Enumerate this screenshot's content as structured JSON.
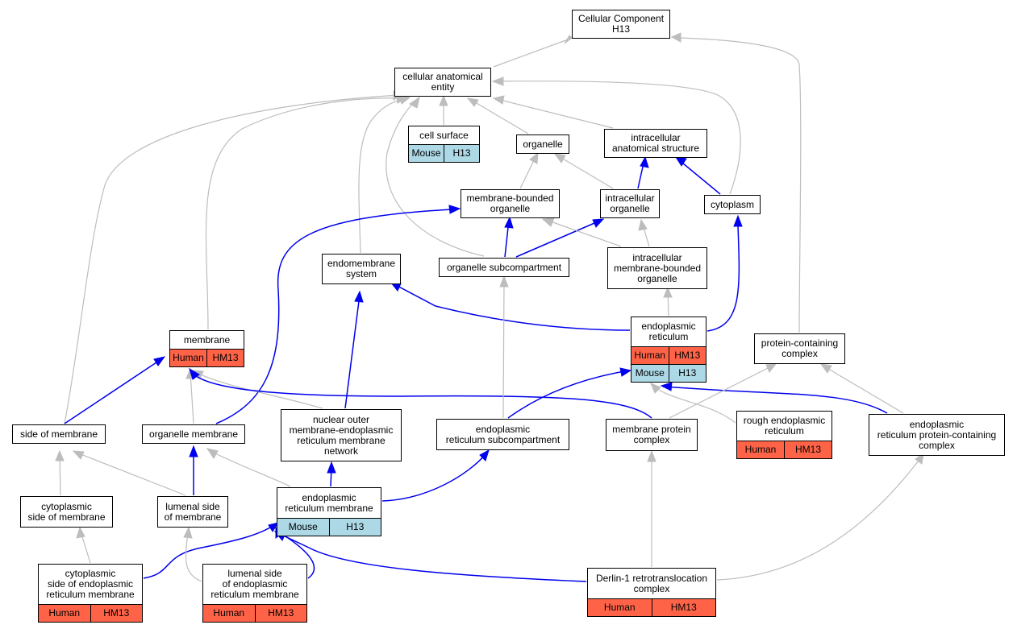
{
  "graph": {
    "title": "",
    "colors": {
      "gray_edge": "#bdbdbd",
      "blue_edge": "#0000ee",
      "human": "#ff6347",
      "mouse": "#add8e6"
    },
    "nodes": {
      "cellular_component": {
        "label": "Cellular Component\nH13",
        "badges": []
      },
      "cellular_anatomical_entity": {
        "label": "cellular anatomical\nentity",
        "badges": []
      },
      "cell_surface": {
        "label": "cell surface",
        "badges": [
          [
            "Mouse",
            "H13"
          ]
        ]
      },
      "organelle": {
        "label": "organelle",
        "badges": []
      },
      "intracellular_anatomical_structure": {
        "label": "intracellular\nanatomical structure",
        "badges": []
      },
      "membrane_bounded_organelle": {
        "label": "membrane-bounded\norganelle",
        "badges": []
      },
      "intracellular_organelle": {
        "label": "intracellular\norganelle",
        "badges": []
      },
      "cytoplasm": {
        "label": "cytoplasm",
        "badges": []
      },
      "endomembrane_system": {
        "label": "endomembrane\nsystem",
        "badges": []
      },
      "organelle_subcompartment": {
        "label": "organelle subcompartment",
        "badges": []
      },
      "intracellular_membrane_bounded_organelle": {
        "label": "intracellular\nmembrane-bounded\norganelle",
        "badges": []
      },
      "membrane": {
        "label": "membrane",
        "badges": [
          [
            "Human",
            "HM13"
          ]
        ]
      },
      "endoplasmic_reticulum": {
        "label": "endoplasmic\nreticulum",
        "badges": [
          [
            "Human",
            "HM13"
          ],
          [
            "Mouse",
            "H13"
          ]
        ]
      },
      "protein_containing_complex": {
        "label": "protein-containing\ncomplex",
        "badges": []
      },
      "side_of_membrane": {
        "label": "side of membrane",
        "badges": []
      },
      "organelle_membrane": {
        "label": "organelle membrane",
        "badges": []
      },
      "nuclear_outer_membrane": {
        "label": "nuclear outer\nmembrane-endoplasmic\nreticulum membrane\nnetwork",
        "badges": []
      },
      "er_subcompartment": {
        "label": "endoplasmic\nreticulum subcompartment",
        "badges": []
      },
      "membrane_protein_complex": {
        "label": "membrane protein\ncomplex",
        "badges": []
      },
      "rough_er": {
        "label": "rough endoplasmic\nreticulum",
        "badges": [
          [
            "Human",
            "HM13"
          ]
        ]
      },
      "er_protein_containing_complex": {
        "label": "endoplasmic\nreticulum protein-containing\ncomplex",
        "badges": []
      },
      "cytoplasmic_side_of_membrane": {
        "label": "cytoplasmic\nside of membrane",
        "badges": []
      },
      "lumenal_side_of_membrane": {
        "label": "lumenal side\nof membrane",
        "badges": []
      },
      "er_membrane": {
        "label": "endoplasmic\nreticulum membrane",
        "badges": [
          [
            "Mouse",
            "H13"
          ]
        ]
      },
      "cytoplasmic_side_er_membrane": {
        "label": "cytoplasmic\nside of endoplasmic\nreticulum membrane",
        "badges": [
          [
            "Human",
            "HM13"
          ]
        ]
      },
      "lumenal_side_er_membrane": {
        "label": "lumenal side\nof endoplasmic\nreticulum membrane",
        "badges": [
          [
            "Human",
            "HM13"
          ]
        ]
      },
      "derlin1_complex": {
        "label": "Derlin-1 retrotranslocation\ncomplex",
        "badges": [
          [
            "Human",
            "HM13"
          ]
        ]
      }
    }
  }
}
